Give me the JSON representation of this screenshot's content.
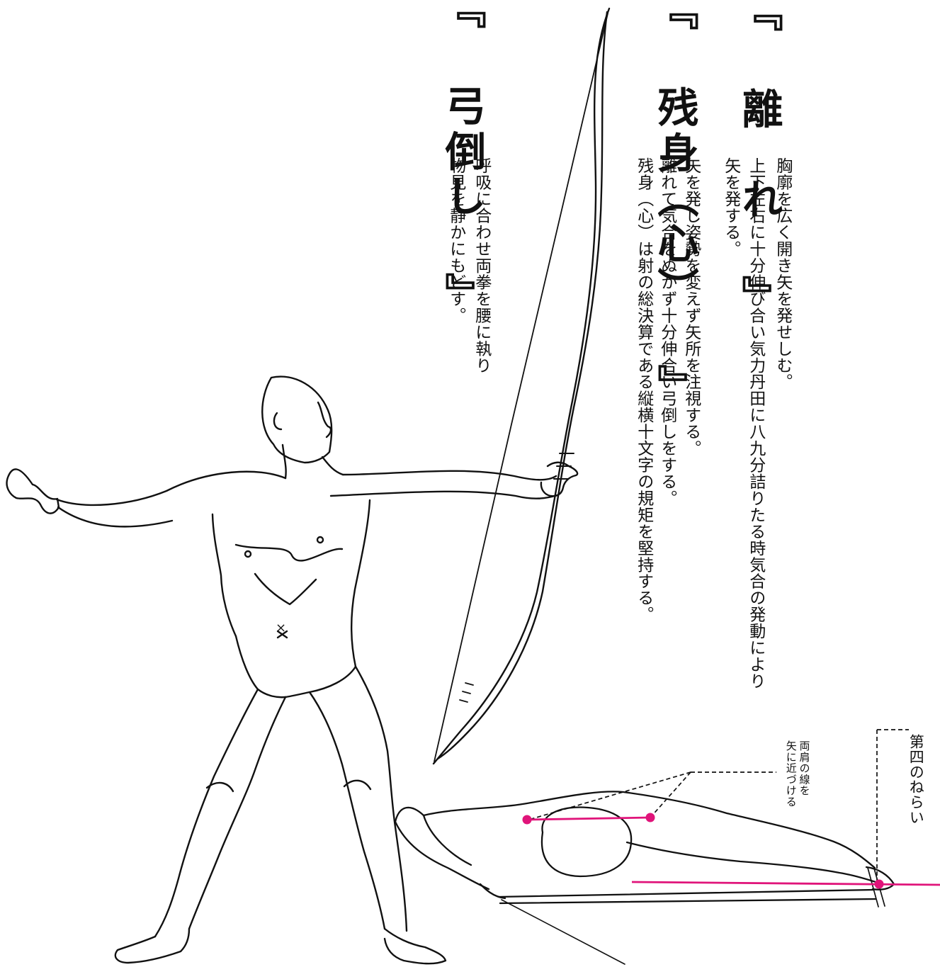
{
  "sections": [
    {
      "title": "『 離　れ 』",
      "lines": [
        "胸廓を広く開き矢を発せしむ。",
        "上下左右に十分伸び合い気力丹田に八九分詰りたる時気合の発動により",
        "矢を発する。"
      ]
    },
    {
      "title": "『 残身（心） 』",
      "lines": [
        "矢を発し姿勢を変えず矢所を注視する。",
        "離れて気合をぬかず十分伸合い弓倒しをする。",
        "残身（心）は射の総決算である縦横十文字の規矩を堅持する。"
      ]
    },
    {
      "title": "『 弓倒し 』",
      "lines": [
        "呼吸に合わせ両拳を腰に執り",
        "物見を静かにもどす。"
      ]
    }
  ],
  "annotations": {
    "shoulder_line": "両肩の線を\n矢に近づける",
    "fourth_aim": "第四のねらい"
  },
  "figure_marks": {
    "navel": "×"
  },
  "colors": {
    "ink": "#111111",
    "accent_line": "#e0147a"
  },
  "icons": [
    "archer-standing-figure",
    "bow-icon",
    "archer-top-view-figure",
    "shoulder-line-marker",
    "arrow-line-marker"
  ]
}
